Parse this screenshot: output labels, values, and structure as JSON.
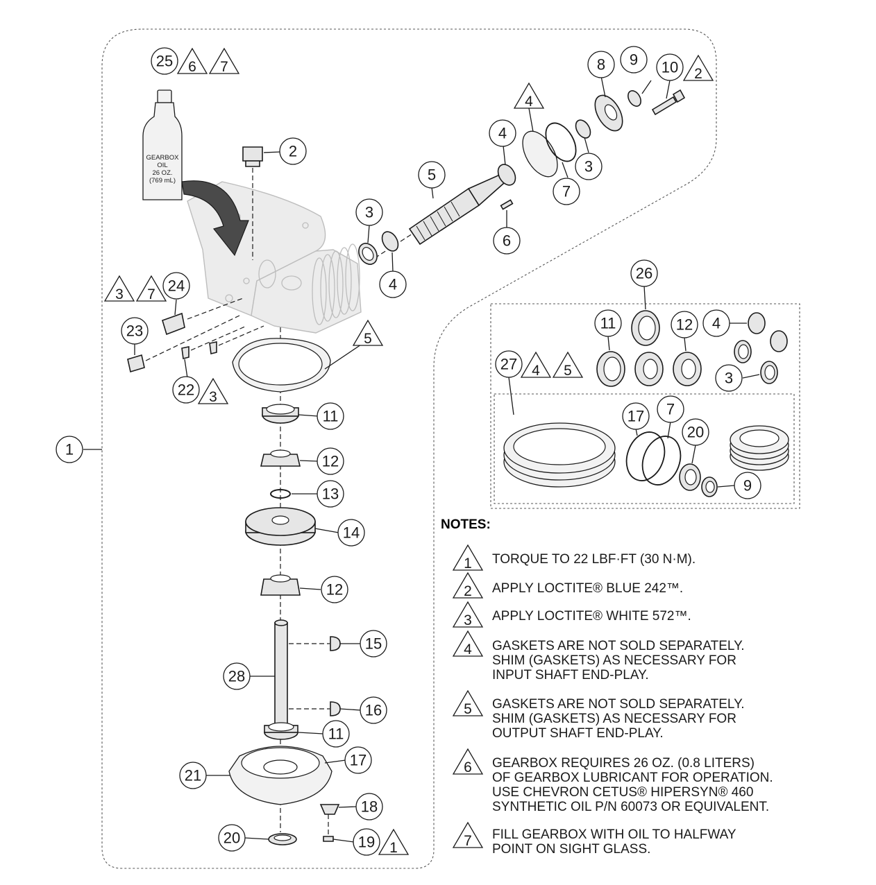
{
  "bottle": {
    "lines": [
      "GEARBOX",
      "OIL",
      "26 OZ.",
      "(769 mL)"
    ]
  },
  "callouts": {
    "c1": "1",
    "c2": "2",
    "c3a": "3",
    "c3b": "3",
    "c3c": "3",
    "c4a": "4",
    "c4b": "4",
    "c4c": "4",
    "c5": "5",
    "c6": "6",
    "c7a": "7",
    "c7b": "7",
    "c8": "8",
    "c9a": "9",
    "c9b": "9",
    "c10": "10",
    "c11a": "11",
    "c11b": "11",
    "c11c": "11",
    "c12a": "12",
    "c12b": "12",
    "c12c": "12",
    "c13": "13",
    "c14": "14",
    "c15": "15",
    "c16": "16",
    "c17a": "17",
    "c17b": "17",
    "c18": "18",
    "c19": "19",
    "c20a": "20",
    "c20b": "20",
    "c21": "21",
    "c22": "22",
    "c23": "23",
    "c24": "24",
    "c25": "25",
    "c26": "26",
    "c27": "27",
    "c28": "28"
  },
  "flags": {
    "f25a": "6",
    "f25b": "7",
    "f10": "2",
    "f4": "4",
    "f24a": "3",
    "f24b": "7",
    "f5": "5",
    "f22": "3",
    "f27a": "4",
    "f27b": "5",
    "f19": "1"
  },
  "notes": {
    "title": "NOTES:",
    "items": [
      {
        "flag": "1",
        "lines": [
          "TORQUE TO 22 LBF·FT (30 N·M)."
        ]
      },
      {
        "flag": "2",
        "lines": [
          "APPLY LOCTITE® BLUE 242™."
        ]
      },
      {
        "flag": "3",
        "lines": [
          "APPLY LOCTITE® WHITE 572™."
        ]
      },
      {
        "flag": "4",
        "lines": [
          "GASKETS ARE NOT SOLD SEPARATELY.",
          "SHIM (GASKETS) AS NECESSARY FOR",
          "INPUT SHAFT END-PLAY."
        ]
      },
      {
        "flag": "5",
        "lines": [
          "GASKETS ARE NOT SOLD SEPARATELY.",
          "SHIM (GASKETS) AS NECESSARY FOR",
          "OUTPUT SHAFT END-PLAY."
        ]
      },
      {
        "flag": "6",
        "lines": [
          "GEARBOX REQUIRES 26 OZ. (0.8 LITERS)",
          "OF GEARBOX LUBRICANT FOR OPERATION.",
          "USE CHEVRON CETUS® HIPERSYN® 460",
          "SYNTHETIC OIL P/N 60073 OR EQUIVALENT."
        ]
      },
      {
        "flag": "7",
        "lines": [
          "FILL GEARBOX WITH OIL TO HALFWAY",
          "POINT ON SIGHT GLASS."
        ]
      }
    ]
  }
}
